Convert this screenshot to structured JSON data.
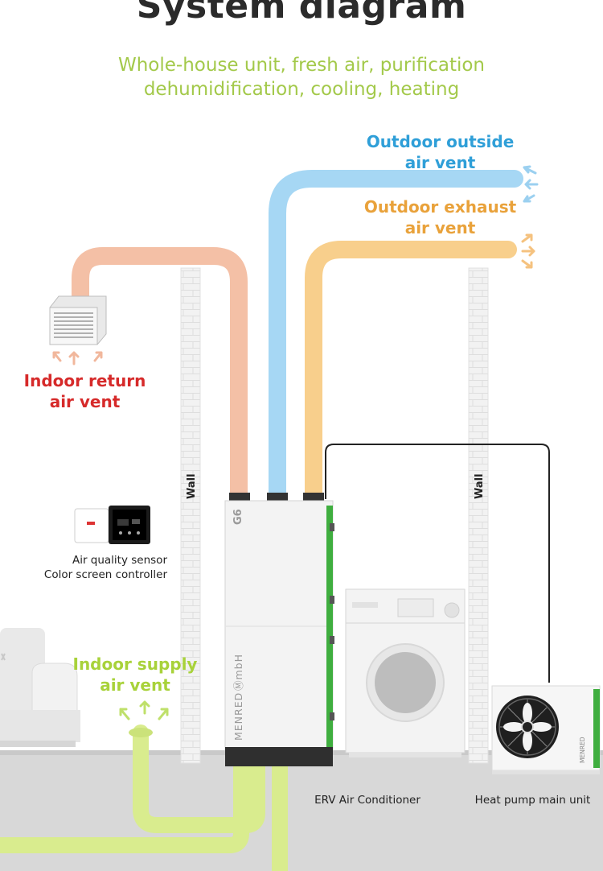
{
  "title": "System diagram",
  "subtitle_lines": [
    "Whole-house unit, fresh air, purification",
    "dehumidification, cooling, heating"
  ],
  "labels": {
    "outdoor_outside": [
      "Outdoor outside",
      "air vent"
    ],
    "outdoor_exhaust": [
      "Outdoor exhaust",
      "air vent"
    ],
    "indoor_return": [
      "Indoor return",
      "air vent"
    ],
    "indoor_supply": [
      "Indoor supply",
      "air vent"
    ],
    "wall_left": "Wall",
    "wall_right": "Wall",
    "sensor": [
      "Air quality sensor",
      "Color screen controller"
    ],
    "erv": "ERV Air Conditioner",
    "heat_pump": "Heat pump main unit"
  },
  "unit": {
    "model": "G6",
    "brand": "MENRED",
    "brand_mark": "ⓂmbH"
  },
  "colors": {
    "outdoor_air": "#a6d7f4",
    "exhaust_air": "#f8cf8c",
    "return_air": "#f4c0a6",
    "supply_air": "#d9ec8e",
    "outdoor_label": "#2f9fd8",
    "exhaust_label": "#e9a23b",
    "return_label": "#d62a2a",
    "supply_label": "#a8d23a",
    "subtitle": "#a3c94a",
    "accent_green": "#3fae3f"
  },
  "icons": [
    "return-air-arrows-icon",
    "outdoor-intake-arrows-icon",
    "exhaust-arrows-icon",
    "supply-air-arrows-icon",
    "fan-icon"
  ]
}
